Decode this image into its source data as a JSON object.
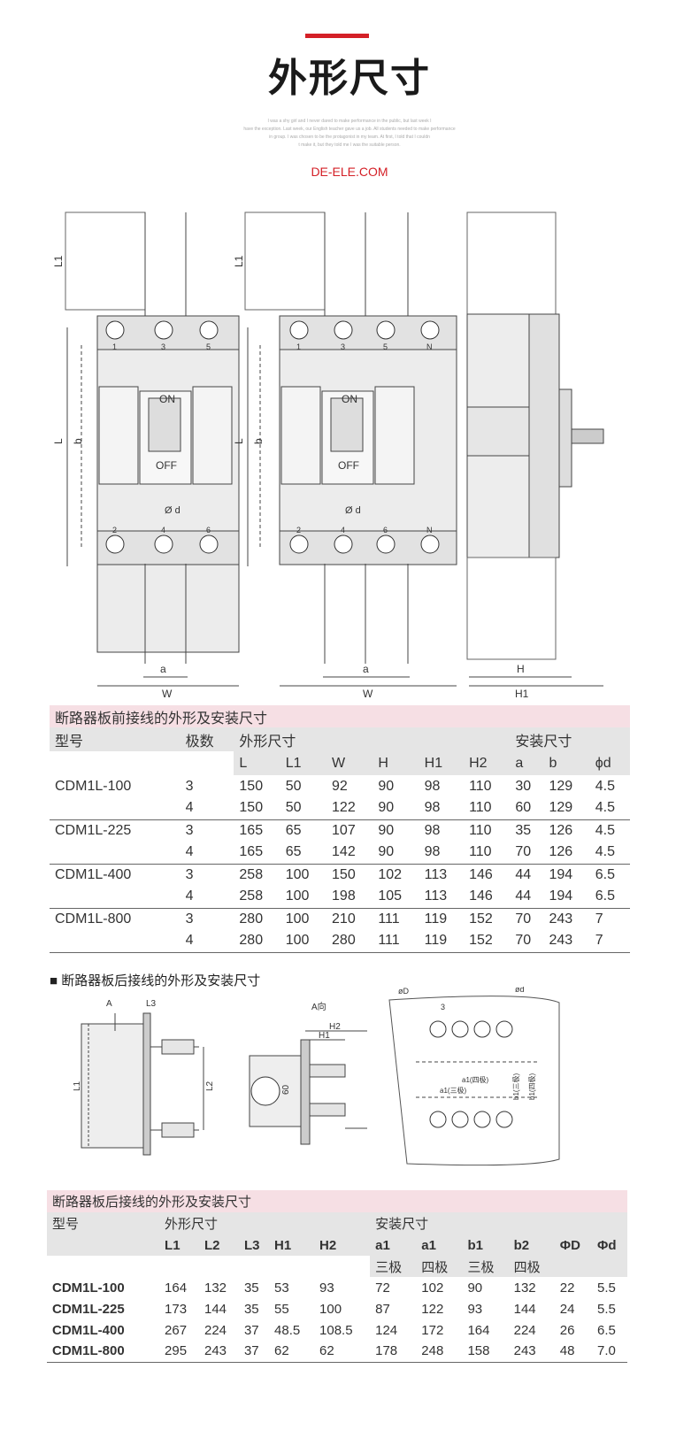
{
  "header": {
    "title": "外形尺寸",
    "lorem": [
      "I was a shy girl and I never dared to make performance in the public, but last week I",
      "have the exception. Last week, our English teacher gave us a job. All students needed to make performance",
      "in group. I was chosen to be the protagonist in my team. At first, I told that I couldn",
      "t make it, but they told me I was the suitable person."
    ],
    "site": "DE-ELE.COM"
  },
  "drawing1": {
    "labels": {
      "L1": "L1",
      "L": "L",
      "b": "b",
      "a": "a",
      "w": "W",
      "d": "Ø d",
      "on": "ON",
      "off": "OFF",
      "H": "H",
      "H1": "H1"
    },
    "top3": [
      "1",
      "3",
      "5"
    ],
    "top4": [
      "1",
      "3",
      "5",
      "N"
    ],
    "bot3": [
      "2",
      "4",
      "6"
    ],
    "bot4": [
      "2",
      "4",
      "6",
      "N"
    ]
  },
  "table1": {
    "band": "断路器板前接线的外形及安装尺寸",
    "h_model": "型号",
    "h_poles": "极数",
    "h_dims": "外形尺寸",
    "h_install": "安装尺寸",
    "cols": [
      "L",
      "L1",
      "W",
      "H",
      "H1",
      "H2",
      "a",
      "b",
      "ϕd"
    ],
    "rows": [
      {
        "model": "CDM1L-100",
        "poles": "3",
        "v": [
          "150",
          "50",
          "92",
          "90",
          "98",
          "110",
          "30",
          "129",
          "4.5"
        ]
      },
      {
        "model": "",
        "poles": "4",
        "v": [
          "150",
          "50",
          "122",
          "90",
          "98",
          "110",
          "60",
          "129",
          "4.5"
        ]
      },
      {
        "model": "CDM1L-225",
        "poles": "3",
        "v": [
          "165",
          "65",
          "107",
          "90",
          "98",
          "110",
          "35",
          "126",
          "4.5"
        ]
      },
      {
        "model": "",
        "poles": "4",
        "v": [
          "165",
          "65",
          "142",
          "90",
          "98",
          "110",
          "70",
          "126",
          "4.5"
        ]
      },
      {
        "model": "CDM1L-400",
        "poles": "3",
        "v": [
          "258",
          "100",
          "150",
          "102",
          "113",
          "146",
          "44",
          "194",
          "6.5"
        ]
      },
      {
        "model": "",
        "poles": "4",
        "v": [
          "258",
          "100",
          "198",
          "105",
          "113",
          "146",
          "44",
          "194",
          "6.5"
        ]
      },
      {
        "model": "CDM1L-800",
        "poles": "3",
        "v": [
          "280",
          "100",
          "210",
          "111",
          "119",
          "152",
          "70",
          "243",
          "7"
        ]
      },
      {
        "model": "",
        "poles": "4",
        "v": [
          "280",
          "100",
          "280",
          "111",
          "119",
          "152",
          "70",
          "243",
          "7"
        ]
      }
    ]
  },
  "section2": {
    "heading": "断路器板后接线的外形及安装尺寸"
  },
  "drawing2": {
    "labels": {
      "A": "A",
      "L3": "L3",
      "L1": "L1",
      "L2": "L2",
      "A_dir": "A向",
      "H2": "H2",
      "H1": "H1",
      "sixty": "60",
      "D": "øD",
      "d": "ød",
      "three": "3",
      "a1_4": "a1(四极)",
      "a1_3": "a1(三极)",
      "b1_3": "b1(三极)",
      "b1_4": "b1(四极)"
    }
  },
  "table2": {
    "band": "断路器板后接线的外形及安装尺寸",
    "h_model": "型号",
    "h_dims": "外形尺寸",
    "h_install": "安装尺寸",
    "cols": [
      "L1",
      "L2",
      "L3",
      "H1",
      "H2",
      "a1",
      "a1",
      "b1",
      "b2",
      "ΦD",
      "Φd"
    ],
    "sub": [
      "三极",
      "四极",
      "三极",
      "四极"
    ],
    "rows": [
      {
        "model": "CDM1L-100",
        "v": [
          "164",
          "132",
          "35",
          "53",
          "93",
          "72",
          "102",
          "90",
          "132",
          "22",
          "5.5"
        ]
      },
      {
        "model": "CDM1L-225",
        "v": [
          "173",
          "144",
          "35",
          "55",
          "100",
          "87",
          "122",
          "93",
          "144",
          "24",
          "5.5"
        ]
      },
      {
        "model": "CDM1L-400",
        "v": [
          "267",
          "224",
          "37",
          "48.5",
          "108.5",
          "124",
          "172",
          "164",
          "224",
          "26",
          "6.5"
        ]
      },
      {
        "model": "CDM1L-800",
        "v": [
          "295",
          "243",
          "37",
          "62",
          "62",
          "178",
          "248",
          "158",
          "243",
          "48",
          "7.0"
        ]
      }
    ]
  }
}
